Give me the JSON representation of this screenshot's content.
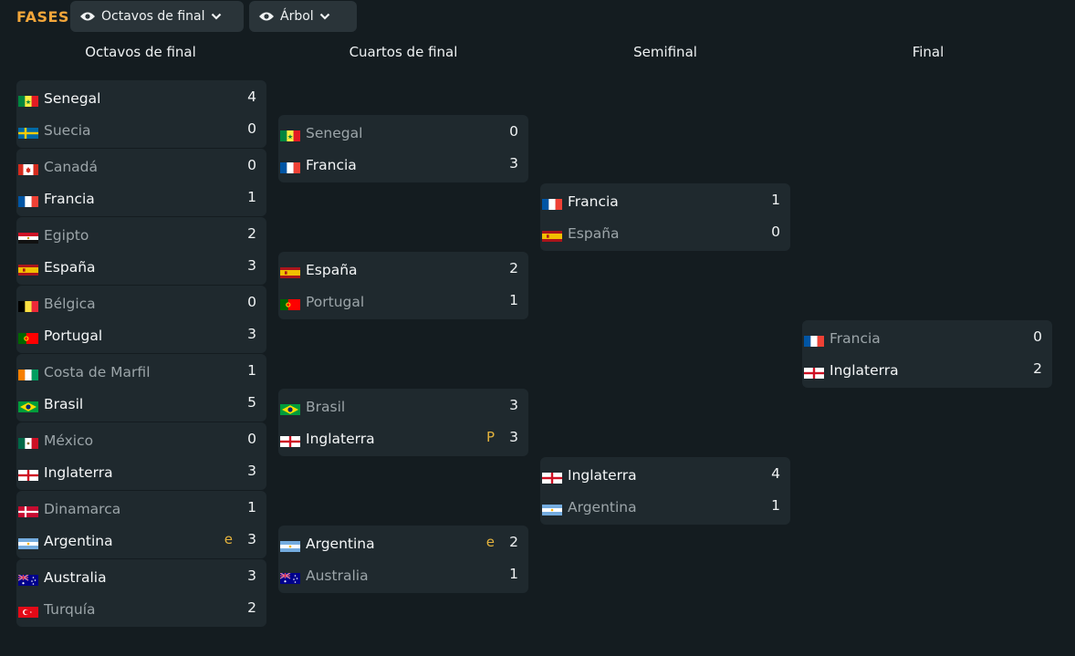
{
  "header": {
    "title": "FASES",
    "round_dropdown": "Octavos de final",
    "view_dropdown": "Árbol"
  },
  "stages": [
    "Octavos de final",
    "Cuartos de final",
    "Semifinal",
    "Final"
  ],
  "flags": {
    "sen": "Senegal",
    "swe": "Suecia",
    "can": "Canadá",
    "fra": "Francia",
    "egy": "Egipto",
    "esp": "España",
    "bel": "Bélgica",
    "por": "Portugal",
    "civ": "Costa de Marfil",
    "bra": "Brasil",
    "mex": "México",
    "eng": "Inglaterra",
    "den": "Dinamarca",
    "arg": "Argentina",
    "aus": "Australia",
    "tur": "Turquía"
  },
  "matches": {
    "r16": [
      {
        "home": {
          "name": "Senegal",
          "flag": "sen",
          "score": "4",
          "winner": true
        },
        "away": {
          "name": "Suecia",
          "flag": "swe",
          "score": "0",
          "winner": false
        }
      },
      {
        "home": {
          "name": "Canadá",
          "flag": "can",
          "score": "0",
          "winner": false
        },
        "away": {
          "name": "Francia",
          "flag": "fra",
          "score": "1",
          "winner": true
        }
      },
      {
        "home": {
          "name": "Egipto",
          "flag": "egy",
          "score": "2",
          "winner": false
        },
        "away": {
          "name": "España",
          "flag": "esp",
          "score": "3",
          "winner": true
        }
      },
      {
        "home": {
          "name": "Bélgica",
          "flag": "bel",
          "score": "0",
          "winner": false
        },
        "away": {
          "name": "Portugal",
          "flag": "por",
          "score": "3",
          "winner": true
        }
      },
      {
        "home": {
          "name": "Costa de Marfil",
          "flag": "civ",
          "score": "1",
          "winner": false
        },
        "away": {
          "name": "Brasil",
          "flag": "bra",
          "score": "5",
          "winner": true
        }
      },
      {
        "home": {
          "name": "México",
          "flag": "mex",
          "score": "0",
          "winner": false
        },
        "away": {
          "name": "Inglaterra",
          "flag": "eng",
          "score": "3",
          "winner": true
        }
      },
      {
        "home": {
          "name": "Dinamarca",
          "flag": "den",
          "score": "1",
          "winner": false
        },
        "away": {
          "name": "Argentina",
          "flag": "arg",
          "score": "3",
          "winner": true,
          "tag": "e"
        }
      },
      {
        "home": {
          "name": "Australia",
          "flag": "aus",
          "score": "3",
          "winner": true
        },
        "away": {
          "name": "Turquía",
          "flag": "tur",
          "score": "2",
          "winner": false
        }
      }
    ],
    "qf": [
      {
        "home": {
          "name": "Senegal",
          "flag": "sen",
          "score": "0",
          "winner": false
        },
        "away": {
          "name": "Francia",
          "flag": "fra",
          "score": "3",
          "winner": true
        }
      },
      {
        "home": {
          "name": "España",
          "flag": "esp",
          "score": "2",
          "winner": true
        },
        "away": {
          "name": "Portugal",
          "flag": "por",
          "score": "1",
          "winner": false
        }
      },
      {
        "home": {
          "name": "Brasil",
          "flag": "bra",
          "score": "3",
          "winner": false
        },
        "away": {
          "name": "Inglaterra",
          "flag": "eng",
          "score": "3",
          "winner": true,
          "tag": "P"
        }
      },
      {
        "home": {
          "name": "Argentina",
          "flag": "arg",
          "score": "2",
          "winner": true,
          "tag": "e"
        },
        "away": {
          "name": "Australia",
          "flag": "aus",
          "score": "1",
          "winner": false
        }
      }
    ],
    "sf": [
      {
        "home": {
          "name": "Francia",
          "flag": "fra",
          "score": "1",
          "winner": true
        },
        "away": {
          "name": "España",
          "flag": "esp",
          "score": "0",
          "winner": false
        }
      },
      {
        "home": {
          "name": "Inglaterra",
          "flag": "eng",
          "score": "4",
          "winner": true
        },
        "away": {
          "name": "Argentina",
          "flag": "arg",
          "score": "1",
          "winner": false
        }
      }
    ],
    "final": [
      {
        "home": {
          "name": "Francia",
          "flag": "fra",
          "score": "0",
          "winner": false
        },
        "away": {
          "name": "Inglaterra",
          "flag": "eng",
          "score": "2",
          "winner": true
        }
      }
    ]
  }
}
